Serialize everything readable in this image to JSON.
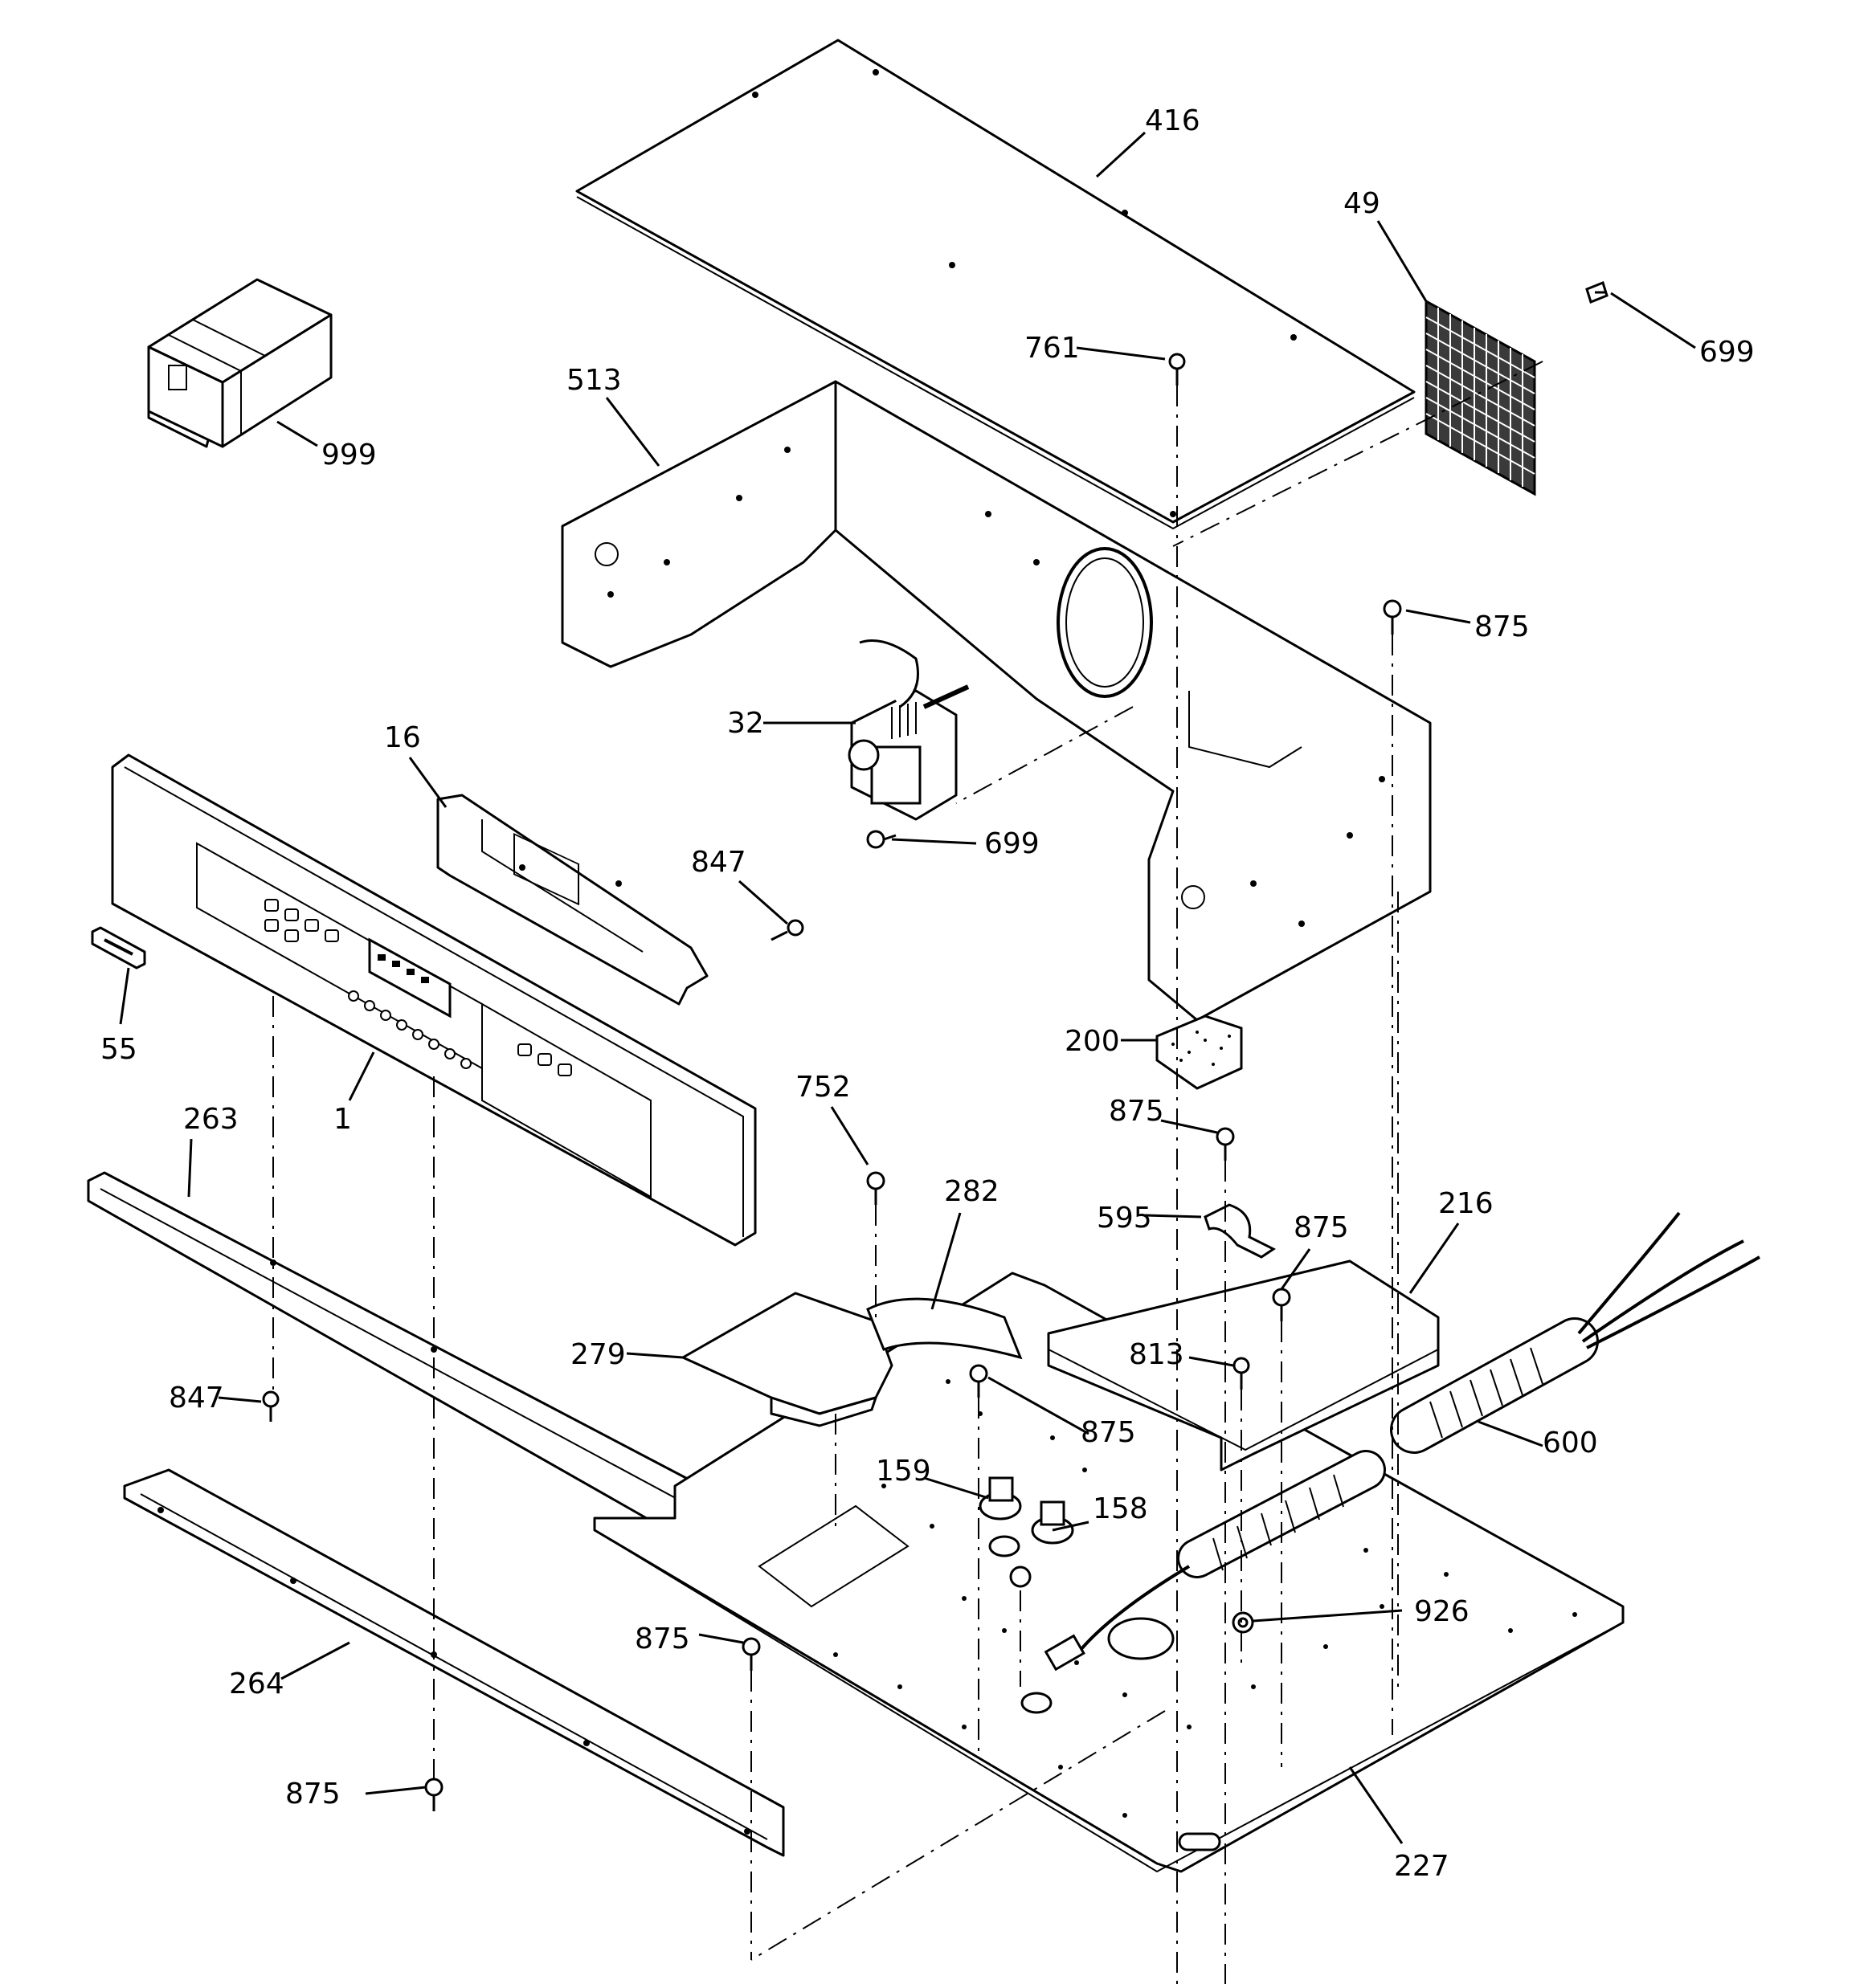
{
  "callouts": [
    {
      "id": "c416",
      "label": "416"
    },
    {
      "id": "c49",
      "label": "49"
    },
    {
      "id": "c699a",
      "label": "699"
    },
    {
      "id": "c761",
      "label": "761"
    },
    {
      "id": "c999",
      "label": "999"
    },
    {
      "id": "c513",
      "label": "513"
    },
    {
      "id": "c875a",
      "label": "875"
    },
    {
      "id": "c32",
      "label": "32"
    },
    {
      "id": "c16",
      "label": "16"
    },
    {
      "id": "c699b",
      "label": "699"
    },
    {
      "id": "c847a",
      "label": "847"
    },
    {
      "id": "c55",
      "label": "55"
    },
    {
      "id": "c200",
      "label": "200"
    },
    {
      "id": "c1",
      "label": "1"
    },
    {
      "id": "c263",
      "label": "263"
    },
    {
      "id": "c752",
      "label": "752"
    },
    {
      "id": "c875b",
      "label": "875"
    },
    {
      "id": "c282",
      "label": "282"
    },
    {
      "id": "c216",
      "label": "216"
    },
    {
      "id": "c595",
      "label": "595"
    },
    {
      "id": "c875c",
      "label": "875"
    },
    {
      "id": "c279",
      "label": "279"
    },
    {
      "id": "c813",
      "label": "813"
    },
    {
      "id": "c847b",
      "label": "847"
    },
    {
      "id": "c875d",
      "label": "875"
    },
    {
      "id": "c600",
      "label": "600"
    },
    {
      "id": "c159",
      "label": "159"
    },
    {
      "id": "c158",
      "label": "158"
    },
    {
      "id": "c926",
      "label": "926"
    },
    {
      "id": "c875e",
      "label": "875"
    },
    {
      "id": "c264",
      "label": "264"
    },
    {
      "id": "c875f",
      "label": "875"
    },
    {
      "id": "c227",
      "label": "227"
    }
  ]
}
